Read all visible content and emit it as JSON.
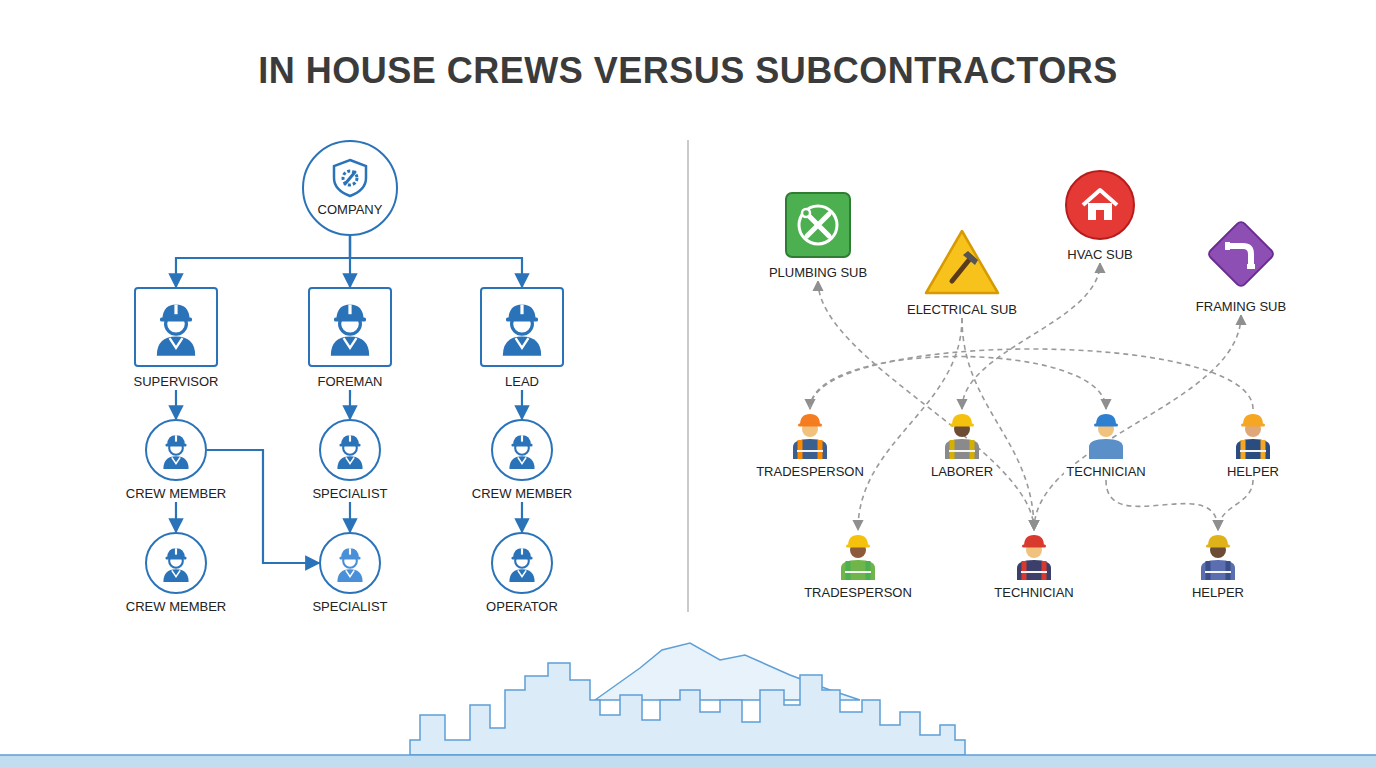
{
  "diagram": {
    "title": "IN HOUSE CREWS VERSUS SUBCONTRACTORS",
    "nodes": [
      {
        "text": [
          "COMPANY"
        ]
      },
      {
        "text": [
          "SUPERVISOR"
        ]
      },
      {
        "text": [
          "FOREMAN"
        ]
      },
      {
        "text": [
          "LEAD"
        ]
      },
      {
        "text": [
          "CREW MEMBER"
        ]
      },
      {
        "text": [
          "SPECIALIST"
        ]
      },
      {
        "text": [
          "CREW MEMBER"
        ]
      },
      {
        "text": [
          "CREW MEMBER"
        ]
      },
      {
        "text": [
          "SPECIALIST"
        ]
      },
      {
        "text": [
          "OPERATOR"
        ]
      },
      {
        "text": [
          "PLUMBING SUB"
        ]
      },
      {
        "text": [
          "ELECTRICAL SUB"
        ]
      },
      {
        "text": [
          "HVAC SUB"
        ]
      },
      {
        "text": [
          "FRAMING SUB"
        ]
      },
      {
        "text": [
          "TRADESPERSON"
        ]
      },
      {
        "text": [
          "LABORER"
        ]
      },
      {
        "text": [
          "TECHNICIAN"
        ]
      },
      {
        "text": [
          "HELPER"
        ]
      },
      {
        "text": [
          "TRADESPERSON"
        ]
      },
      {
        "text": [
          "TECHNICIAN"
        ]
      },
      {
        "text": [
          "HELPER"
        ]
      }
    ],
    "edges": [
      {
        "from": 0,
        "to": 1,
        "arrow": "to"
      },
      {
        "from": 0,
        "to": 2,
        "arrow": "to"
      },
      {
        "from": 0,
        "to": 3,
        "arrow": "to"
      },
      {
        "from": 1,
        "to": 4,
        "arrow": "to"
      },
      {
        "from": 4,
        "to": 7,
        "arrow": "to"
      },
      {
        "from": 2,
        "to": 5,
        "arrow": "to"
      },
      {
        "from": 5,
        "to": 8,
        "arrow": "to"
      },
      {
        "from": 3,
        "to": 6,
        "arrow": "to"
      },
      {
        "from": 6,
        "to": 9,
        "arrow": "to"
      },
      {
        "from": 4,
        "to": 8,
        "arrow": "to"
      },
      {
        "from": 19,
        "to": 10,
        "arrow": "both"
      },
      {
        "from": 11,
        "to": 19,
        "arrow": "to"
      },
      {
        "from": 15,
        "to": 12,
        "arrow": "both"
      },
      {
        "from": 19,
        "to": 13,
        "arrow": "both"
      },
      {
        "from": 17,
        "to": 14,
        "arrow": "to"
      },
      {
        "from": 14,
        "to": 16,
        "arrow": "to"
      },
      {
        "from": 16,
        "to": 20,
        "arrow": "to"
      },
      {
        "from": 17,
        "to": 20,
        "arrow": "to"
      },
      {
        "from": 11,
        "to": 18,
        "arrow": "to"
      }
    ]
  }
}
